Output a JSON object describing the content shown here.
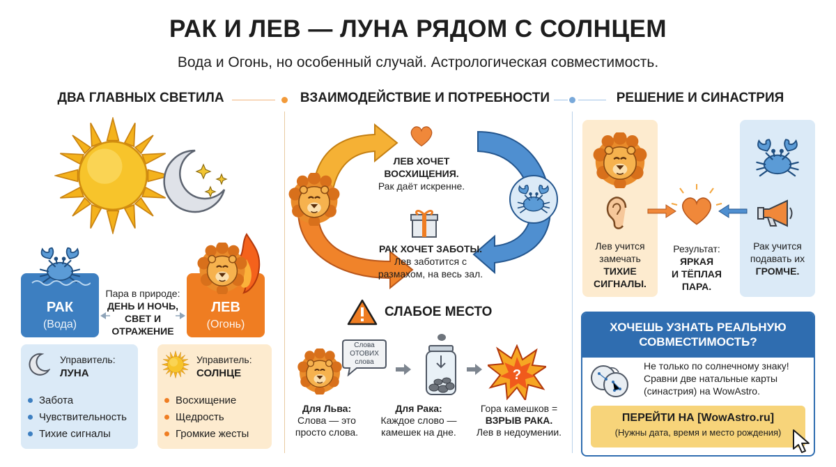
{
  "header": {
    "title": "РАК И ЛЕВ — ЛУНА РЯДОМ С СОЛНЦЕМ",
    "subtitle": "Вода и Огонь, но особенный случай. Астрологическая совместимость."
  },
  "sections": {
    "left": "ДВА ГЛАВНЫХ СВЕТИЛА",
    "middle": "ВЗАИМОДЕЙСТВИЕ И ПОТРЕБНОСТИ",
    "right": "РЕШЕНИЕ И СИНАСТРИЯ"
  },
  "cancer": {
    "name": "РАК",
    "element": "(Вода)",
    "ruler_label": "Управитель:",
    "ruler": "ЛУНА",
    "traits": [
      "Забота",
      "Чувствительность",
      "Тихие сигналы"
    ]
  },
  "leo": {
    "name": "ЛЕВ",
    "element": "(Огонь)",
    "ruler_label": "Управитель:",
    "ruler": "СОЛНЦЕ",
    "traits": [
      "Восхищение",
      "Щедрость",
      "Громкие жесты"
    ]
  },
  "pair": {
    "line1": "Пара в природе:",
    "line2": "ДЕНЬ И НОЧЬ,",
    "line3": "СВЕТ И",
    "line4": "ОТРАЖЕНИЕ"
  },
  "cycle": {
    "leo_wants_1": "ЛЕВ ХОЧЕТ",
    "leo_wants_2": "ВОСХИЩЕНИЯ.",
    "leo_wants_3": "Рак даёт искренне.",
    "cancer_wants_1": "РАК ХОЧЕТ ЗАБОТЫ.",
    "cancer_wants_2": "Лев заботится с",
    "cancer_wants_3": "размахом, на весь зал."
  },
  "weak": {
    "title": "СЛАБОЕ МЕСТО",
    "bubble_1": "Слова",
    "bubble_2": "ОТОВИХ",
    "bubble_3": "слова",
    "leo_title": "Для Льва:",
    "leo_1": "Слова — это",
    "leo_2": "просто слова.",
    "cancer_title": "Для Рака:",
    "cancer_1": "Каждое слово —",
    "cancer_2": "камешек на дне.",
    "result_1": "Гора камешков =",
    "result_2": "ВЗРЫВ РАКА.",
    "result_3": "Лев в недоумении."
  },
  "solution": {
    "leo_1": "Лев учится",
    "leo_2": "замечать",
    "leo_3": "ТИХИЕ",
    "leo_4": "СИГНАЛЫ.",
    "result_1": "Результат:",
    "result_2": "ЯРКАЯ",
    "result_3": "И ТЁПЛАЯ",
    "result_4": "ПАРА.",
    "cancer_1": "Рак учится",
    "cancer_2": "подавать их",
    "cancer_3": "ГРОМЧЕ."
  },
  "cta": {
    "title_1": "ХОЧЕШЬ УЗНАТЬ РЕАЛЬНУЮ",
    "title_2": "СОВМЕСТИМОСТЬ?",
    "text_1": "Не только по солнечному знаку!",
    "text_2": "Сравни две натальные карты",
    "text_3": "(синастрия) на WowAstro.",
    "button_1": "ПЕРЕЙТИ НА [WowAstro.ru]",
    "button_2": "(Нужны дата, время и место рождения)"
  },
  "colors": {
    "cancer_blue": "#3d7fc1",
    "leo_orange": "#ef7d22",
    "light_blue": "#dbeaf7",
    "light_orange": "#fdebcf",
    "cta_blue": "#2f6db0",
    "cta_yellow": "#f7d47a"
  },
  "icons": [
    "sun-icon",
    "moon-icon",
    "crab-icon",
    "lion-icon",
    "heart-icon",
    "gift-icon",
    "warning-icon",
    "jar-icon",
    "explosion-icon",
    "ear-icon",
    "megaphone-icon",
    "cursor-icon"
  ]
}
